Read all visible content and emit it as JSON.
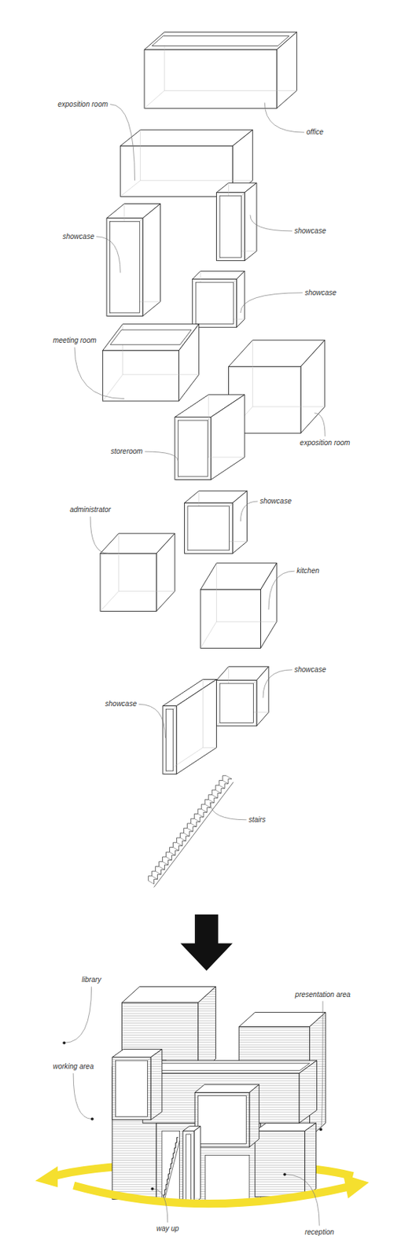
{
  "diagram": {
    "labels": [
      "exposition room",
      "office",
      "showcase",
      "showcase",
      "showcase",
      "meeting room",
      "exposition room",
      "storeroom",
      "showcase",
      "administrator",
      "kitchen",
      "showcase",
      "showcase",
      "stairs",
      "library",
      "presentation area",
      "working area",
      "way up",
      "reception"
    ]
  }
}
